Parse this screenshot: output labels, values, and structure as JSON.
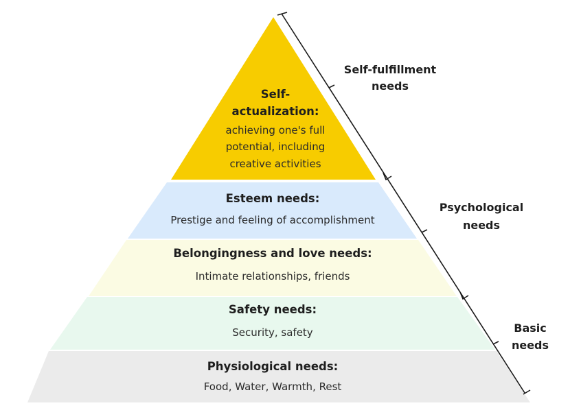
{
  "levels": [
    {
      "id": "self-actualization",
      "title_lines": [
        "Self-",
        "actualization:"
      ],
      "description_lines": [
        "achieving one's full",
        "potential, including",
        "creative activities"
      ],
      "color": "#f7cc00"
    },
    {
      "id": "esteem",
      "title_lines": [
        "Esteem needs:"
      ],
      "description_lines": [
        "Prestige and feeling of accomplishment"
      ],
      "color": "#d9eafc"
    },
    {
      "id": "belongingness",
      "title_lines": [
        "Belongingness and love needs:"
      ],
      "description_lines": [
        "Intimate relationships, friends"
      ],
      "color": "#fbfbe3"
    },
    {
      "id": "safety",
      "title_lines": [
        "Safety needs:"
      ],
      "description_lines": [
        "Security, safety"
      ],
      "color": "#e8f8ee"
    },
    {
      "id": "physiological",
      "title_lines": [
        "Physiological needs:"
      ],
      "description_lines": [
        "Food, Water, Warmth, Rest"
      ],
      "color": "#ebebeb"
    }
  ],
  "groups": [
    {
      "id": "self-fulfillment",
      "label_lines": [
        "Self-fulfillment",
        "needs"
      ]
    },
    {
      "id": "psychological",
      "label_lines": [
        "Psychological",
        "needs"
      ]
    },
    {
      "id": "basic",
      "label_lines": [
        "Basic",
        "needs"
      ]
    }
  ]
}
